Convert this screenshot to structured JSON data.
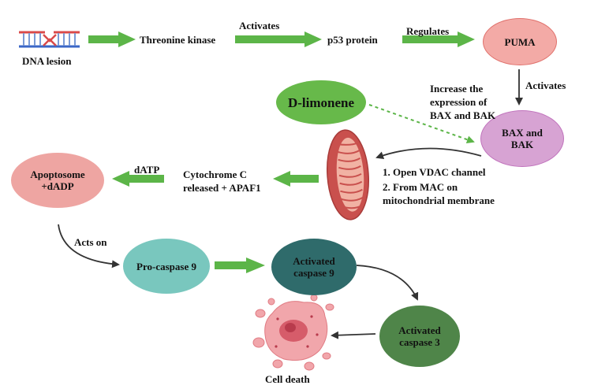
{
  "diagram": {
    "colors": {
      "green_arrow": "#5cb548",
      "dark_arrow": "#333333",
      "dna_red": "#d94a4a",
      "dna_blue": "#3a66c7",
      "puma_fill": "#f3aaa6",
      "limonene_fill": "#67b94a",
      "bax_fill": "#d7a3d3",
      "apoptosome_fill": "#eea5a2",
      "procaspase9_fill": "#79c7be",
      "caspase9_fill": "#2f6b6b",
      "caspase3_fill": "#4f8549",
      "mito_fill": "#c9504d"
    },
    "labels": {
      "dna_lesion": "DNA lesion",
      "threonine_kinase": "Threonine kinase",
      "activates_1": "Activates",
      "p53": "p53 protein",
      "regulates": "Regulates",
      "activates_2": "Activates",
      "increase_expr_line1": "Increase the",
      "increase_expr_line2": "expression of",
      "increase_expr_line3": "BAX and BAK",
      "vdac_line1": "1. Open VDAC channel",
      "vdac_line2": "2. From MAC on",
      "vdac_line3": "mitochondrial membrane",
      "cyto_line1": "Cytochrome C",
      "cyto_line2": "released + APAF1",
      "datp": "dATP",
      "acts_on": "Acts on",
      "cell_death": "Cell death"
    },
    "nodes": {
      "puma": "PUMA",
      "d_limonene": "D-limonene",
      "bax_line1": "BAX and",
      "bax_line2": "BAK",
      "apoptosome_line1": "Apoptosome",
      "apoptosome_line2": "+dADP",
      "procaspase9": "Pro-caspase 9",
      "caspase9_line1": "Activated",
      "caspase9_line2": "caspase 9",
      "caspase3_line1": "Activated",
      "caspase3_line2": "caspase 3"
    }
  }
}
